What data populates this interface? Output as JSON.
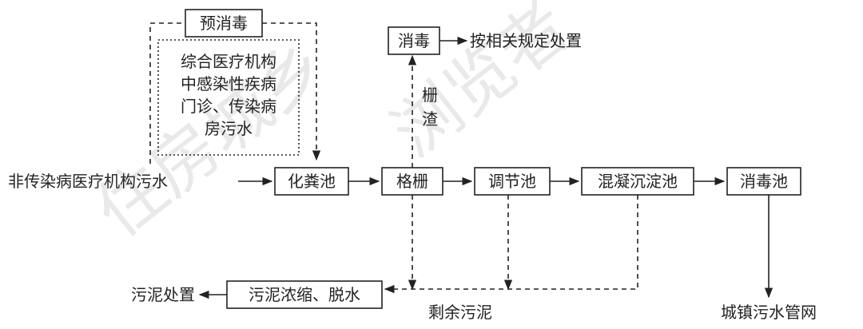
{
  "diagram": {
    "nodes": {
      "pre_disinfection": "预消毒",
      "septic_tank": "化粪池",
      "grating": "格栅",
      "regulating_tank": "调节池",
      "coag_sed_tank": "混凝沉淀池",
      "disinfection_tank": "消毒池",
      "disinfection": "消毒",
      "sludge_thicken": "污泥浓缩、脱水"
    },
    "infectious_source_lines": [
      "综合医疗机构",
      "中感染性疾病",
      "门诊、传染病",
      "房污水"
    ],
    "labels": {
      "non_infectious_source": "非传染病医疗机构污水",
      "dispose_by_rules": "按相关规定处置",
      "screenings_1": "栅",
      "screenings_2": "渣",
      "excess_sludge": "剩余污泥",
      "sludge_disposal": "污泥处置",
      "municipal_sewer": "城镇污水管网"
    },
    "watermarks": [
      "住房城乡",
      "浏览者"
    ]
  }
}
